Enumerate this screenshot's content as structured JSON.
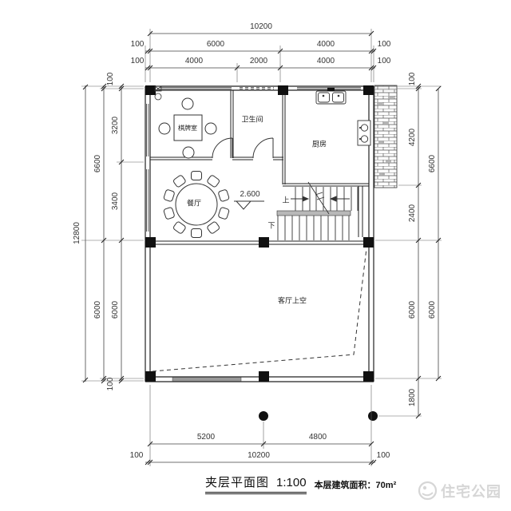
{
  "title": {
    "name": "夹层平面图",
    "scale": "1:100",
    "area": "本层建筑面积：70m²"
  },
  "watermark": {
    "text": "住宅公园"
  },
  "rooms": {
    "chess": "棋牌室",
    "bath": "卫生间",
    "kitchen": "厨房",
    "dining": "餐厅",
    "living_void": "客厅上空"
  },
  "stairs": {
    "up": "上",
    "down": "下"
  },
  "level": {
    "value": "2.600"
  },
  "dims": {
    "top_total": "10200",
    "top_row2": [
      "100",
      "6000",
      "4000",
      "100"
    ],
    "top_row3": [
      "100",
      "4000",
      "2000",
      "4000",
      "100"
    ],
    "left_total": "12800",
    "left_mid": [
      "6600",
      "6000"
    ],
    "left_inner": [
      "3200",
      "3400",
      "6000"
    ],
    "left_top_offset": "100",
    "left_bottom_offset": "100",
    "right_top_offset": "100",
    "right_inner": [
      "4200",
      "2400",
      "6000",
      "1800"
    ],
    "right_outer": [
      "6600",
      "6000"
    ],
    "bottom_row1": [
      "5200",
      "4800"
    ],
    "bottom_row2": [
      "100",
      "10200",
      "100"
    ]
  }
}
